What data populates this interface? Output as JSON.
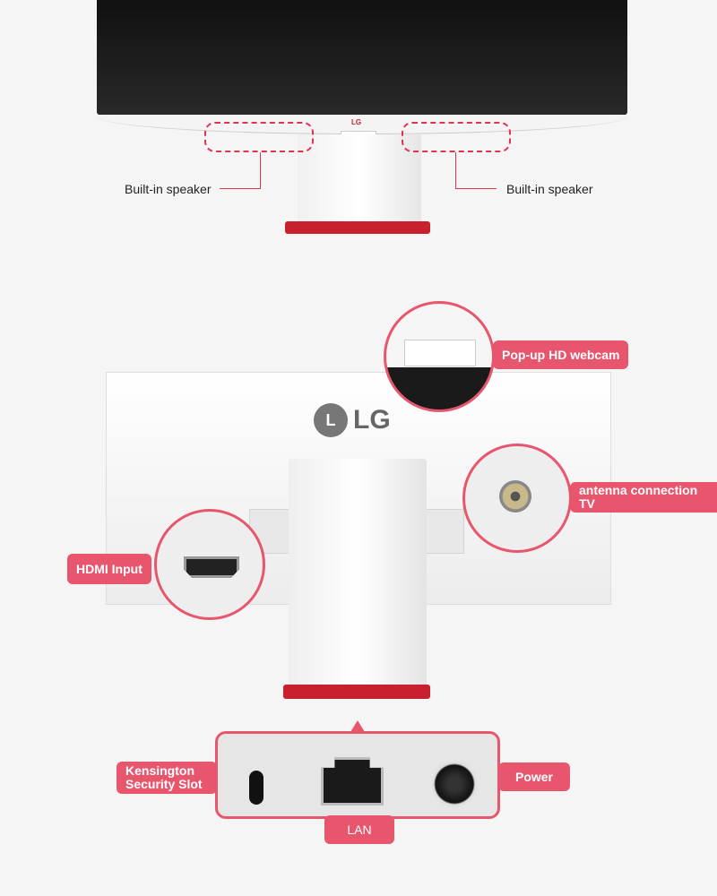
{
  "top_view": {
    "brand": "LG",
    "speaker_left": "Built-in speaker",
    "speaker_right": "Built-in speaker"
  },
  "back_view": {
    "brand": "LG",
    "webcam": "Pop-up HD webcam",
    "antenna": "antenna connection TV",
    "hdmi": "HDMI Input"
  },
  "ports": {
    "kensington": "Kensington Security Slot",
    "lan": "LAN",
    "power": "Power"
  },
  "colors": {
    "accent": "#e8566e",
    "base_red": "#c8202e"
  }
}
